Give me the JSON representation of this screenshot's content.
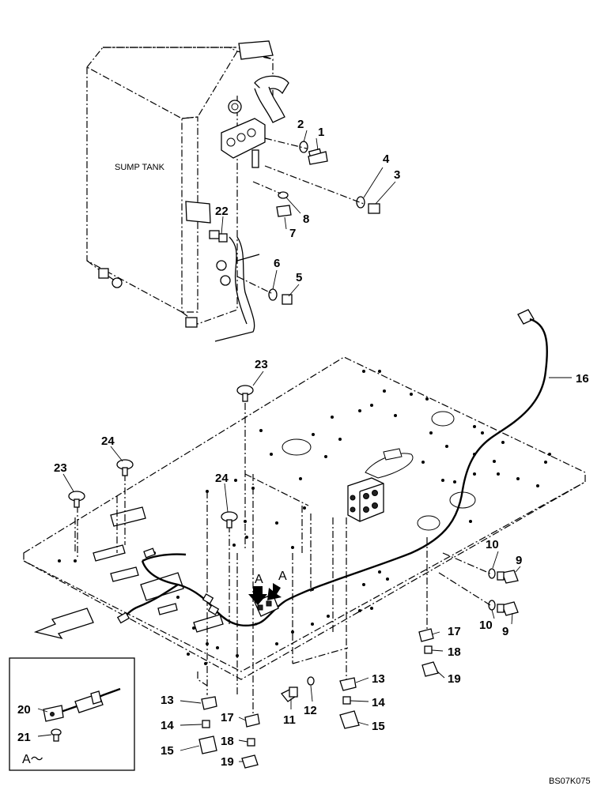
{
  "drawing": {
    "tank_label": "SUMP TANK",
    "code": "BS07K075",
    "detail_caption": "A～",
    "view_marks": [
      "A",
      "A"
    ]
  },
  "callouts": [
    {
      "id": "c1",
      "text": "1"
    },
    {
      "id": "c2",
      "text": "2"
    },
    {
      "id": "c3",
      "text": "3"
    },
    {
      "id": "c4",
      "text": "4"
    },
    {
      "id": "c5",
      "text": "5"
    },
    {
      "id": "c6",
      "text": "6"
    },
    {
      "id": "c7",
      "text": "7"
    },
    {
      "id": "c8",
      "text": "8"
    },
    {
      "id": "c9a",
      "text": "9"
    },
    {
      "id": "c9b",
      "text": "9"
    },
    {
      "id": "c10a",
      "text": "10"
    },
    {
      "id": "c10b",
      "text": "10"
    },
    {
      "id": "c11",
      "text": "11"
    },
    {
      "id": "c12",
      "text": "12"
    },
    {
      "id": "c13a",
      "text": "13"
    },
    {
      "id": "c13b",
      "text": "13"
    },
    {
      "id": "c14a",
      "text": "14"
    },
    {
      "id": "c14b",
      "text": "14"
    },
    {
      "id": "c15a",
      "text": "15"
    },
    {
      "id": "c15b",
      "text": "15"
    },
    {
      "id": "c16",
      "text": "16"
    },
    {
      "id": "c17a",
      "text": "17"
    },
    {
      "id": "c17b",
      "text": "17"
    },
    {
      "id": "c18a",
      "text": "18"
    },
    {
      "id": "c18b",
      "text": "18"
    },
    {
      "id": "c19a",
      "text": "19"
    },
    {
      "id": "c19b",
      "text": "19"
    },
    {
      "id": "c20",
      "text": "20"
    },
    {
      "id": "c21",
      "text": "21"
    },
    {
      "id": "c22",
      "text": "22"
    },
    {
      "id": "c23a",
      "text": "23"
    },
    {
      "id": "c23b",
      "text": "23"
    },
    {
      "id": "c24a",
      "text": "24"
    },
    {
      "id": "c24b",
      "text": "24"
    }
  ]
}
